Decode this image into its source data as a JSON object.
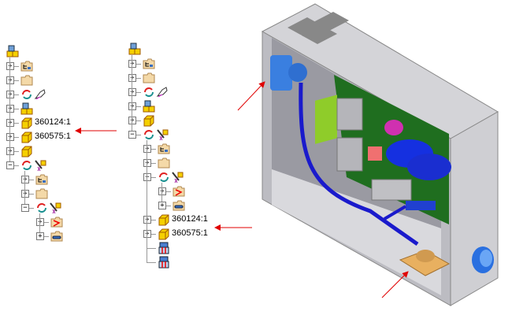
{
  "trees": [
    {
      "name": "tree-before",
      "root_icon": "assembly-icon",
      "items": [
        {
          "level": 1,
          "state": "collapsed",
          "icons": [
            "folder-tree-icon"
          ]
        },
        {
          "level": 1,
          "state": "collapsed",
          "icons": [
            "folder-icon"
          ]
        },
        {
          "level": 1,
          "state": "collapsed",
          "icons": [
            "refresh-icon",
            "pointer-icon"
          ]
        },
        {
          "level": 1,
          "state": "collapsed",
          "icons": [
            "assembly-icon"
          ]
        },
        {
          "level": 1,
          "state": "collapsed",
          "icons": [
            "part-icon"
          ],
          "label": "360124:1",
          "highlighted": true
        },
        {
          "level": 1,
          "state": "collapsed",
          "icons": [
            "part-icon"
          ],
          "label": "360575:1"
        },
        {
          "level": 1,
          "state": "collapsed",
          "icons": [
            "part-icon"
          ]
        },
        {
          "level": 1,
          "state": "expanded",
          "icons": [
            "refresh-icon",
            "harness-icon"
          ]
        },
        {
          "level": 2,
          "state": "collapsed",
          "icons": [
            "folder-tree-icon"
          ]
        },
        {
          "level": 2,
          "state": "collapsed",
          "icons": [
            "folder-icon"
          ]
        },
        {
          "level": 2,
          "state": "expanded",
          "icons": [
            "refresh-icon",
            "harness-icon"
          ]
        },
        {
          "level": 3,
          "state": "collapsed",
          "icons": [
            "folder-wire-icon"
          ]
        },
        {
          "level": 3,
          "state": "collapsed",
          "icons": [
            "folder-cable-icon"
          ]
        }
      ]
    },
    {
      "name": "tree-after",
      "root_icon": "assembly-icon",
      "items": [
        {
          "level": 1,
          "state": "collapsed",
          "icons": [
            "folder-tree-icon"
          ]
        },
        {
          "level": 1,
          "state": "collapsed",
          "icons": [
            "folder-icon"
          ]
        },
        {
          "level": 1,
          "state": "collapsed",
          "icons": [
            "refresh-icon",
            "pointer-icon"
          ]
        },
        {
          "level": 1,
          "state": "collapsed",
          "icons": [
            "assembly-icon"
          ]
        },
        {
          "level": 1,
          "state": "collapsed",
          "icons": [
            "part-icon"
          ]
        },
        {
          "level": 1,
          "state": "expanded",
          "icons": [
            "refresh-icon",
            "harness-icon"
          ]
        },
        {
          "level": 2,
          "state": "collapsed",
          "icons": [
            "folder-tree-icon"
          ]
        },
        {
          "level": 2,
          "state": "collapsed",
          "icons": [
            "folder-icon"
          ]
        },
        {
          "level": 2,
          "state": "expanded",
          "icons": [
            "refresh-icon",
            "harness-icon"
          ]
        },
        {
          "level": 3,
          "state": "collapsed",
          "icons": [
            "folder-wire-icon"
          ]
        },
        {
          "level": 3,
          "state": "collapsed",
          "icons": [
            "folder-cable-icon"
          ]
        },
        {
          "level": 2,
          "state": "collapsed",
          "icons": [
            "part-icon"
          ],
          "label": "360124:1"
        },
        {
          "level": 2,
          "state": "collapsed",
          "icons": [
            "part-icon"
          ],
          "label": "360575:1",
          "highlighted": true
        },
        {
          "level": 2,
          "state": "none",
          "icons": [
            "connector-icon"
          ]
        },
        {
          "level": 2,
          "state": "none",
          "icons": [
            "connector-icon"
          ]
        }
      ]
    }
  ],
  "colors": {
    "arrow": "#e00000",
    "box": "#c8c8cc",
    "board": "#1f6e1f",
    "cable": "#1a1acc",
    "connector_blue": "#3a7fe0",
    "connector_gold": "#e8b060"
  }
}
